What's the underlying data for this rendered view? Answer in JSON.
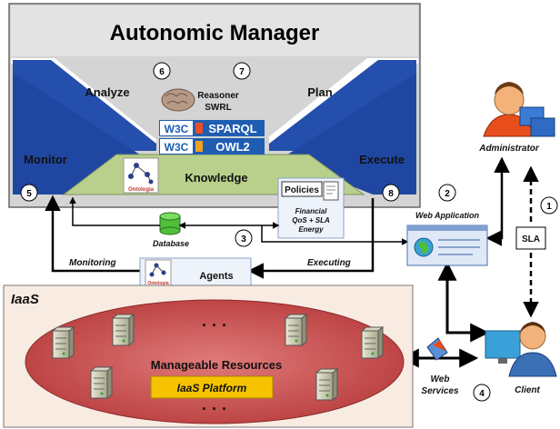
{
  "autonomic_manager": {
    "title": "Autonomic Manager",
    "analyze": "Analyze",
    "plan": "Plan",
    "monitor": "Monitor",
    "execute": "Execute",
    "knowledge": "Knowledge",
    "reasoner_line1": "Reasoner",
    "reasoner_line2": "SWRL",
    "w3c_sparql": "SPARQL",
    "w3c_owl": "OWL2",
    "w3c_logo": "W3C",
    "ontologia": "Ontologia"
  },
  "steps": {
    "s1": "1",
    "s2": "2",
    "s3": "3",
    "s4": "4",
    "s5": "5",
    "s6": "6",
    "s7": "7",
    "s8": "8"
  },
  "policies": {
    "title": "Policies",
    "line1": "Financial",
    "line2": "QoS + SLA",
    "line3": "Energy"
  },
  "database_label": "Database",
  "agents": {
    "label": "Agents",
    "ontologia": "Ontologia"
  },
  "flows": {
    "monitoring": "Monitoring",
    "executing": "Executing"
  },
  "iaas": {
    "label": "IaaS",
    "resources": "Manageable Resources",
    "platform": "IaaS Platform",
    "dots": "· · ·"
  },
  "actors": {
    "administrator": "Administrator",
    "web_application": "Web Application",
    "sla": "SLA",
    "client": "Client",
    "web_services_line1": "Web",
    "web_services_line2": "Services"
  },
  "colors": {
    "am_bg": "#d9d9d9",
    "triangle_blue": "#1f49a8",
    "knowledge_green": "#b7cf8a",
    "iaas_bg": "#f9ece4",
    "cloud_red": "#c84a4a",
    "platform_orange": "#f5c300"
  }
}
